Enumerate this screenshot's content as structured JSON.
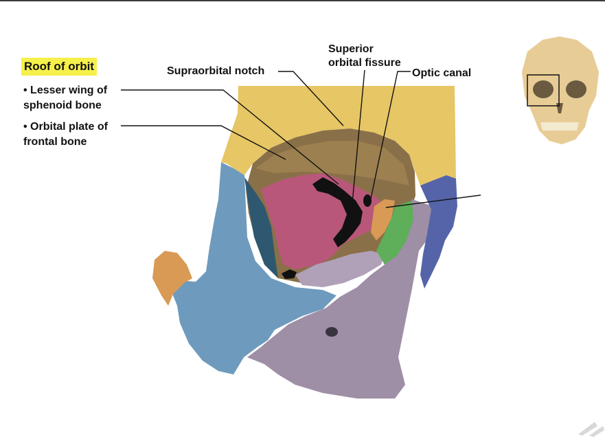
{
  "slide": {
    "title": "Roof of orbit",
    "bullets": [
      {
        "line1": "• Lesser wing of",
        "line2": "sphenoid bone"
      },
      {
        "line1": "• Orbital plate of",
        "line2": "frontal bone"
      }
    ]
  },
  "labels": {
    "supraorbital_notch": "Supraorbital notch",
    "superior_orbital_fissure_1": "Superior",
    "superior_orbital_fissure_2": "orbital fissure",
    "optic_canal": "Optic canal"
  },
  "colors": {
    "frontal": "#e6c665",
    "sphenoid": "#b8577a",
    "zygomatic": "#6e9bbd",
    "maxilla": "#9e8ea6",
    "ethmoid": "#5fae5a",
    "lacrimal": "#d99a55",
    "nasal": "#5564a8",
    "highlight": "#f6f04a"
  }
}
